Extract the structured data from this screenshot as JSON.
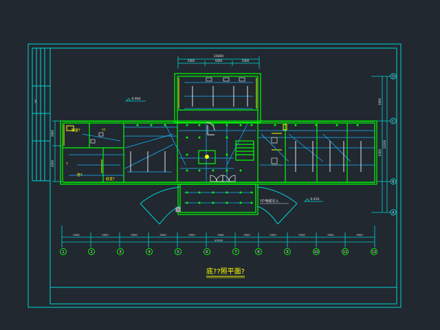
{
  "drawing": {
    "title": "底??照平面?",
    "dims": {
      "top_total": "15600",
      "top_segments": [
        "5000",
        "5600",
        "5000"
      ],
      "bottom_total": "43200",
      "bottom_segments": [
        "3900",
        "3900",
        "3900",
        "3900",
        "3900",
        "3900",
        "3900",
        "3900",
        "3900",
        "3900",
        "3900"
      ],
      "right_segments": [
        "3900",
        "6300"
      ],
      "right_total": "10200",
      "left_segments": [
        "3900",
        "4500"
      ]
    },
    "grid_cols": [
      "1",
      "2",
      "3",
      "4",
      "5",
      "6",
      "7",
      "8",
      "9",
      "10",
      "11",
      "12"
    ],
    "grid_rows": [
      "D",
      "C",
      "B",
      "A"
    ],
    "elevations": [
      "-0.900",
      "-0.450"
    ],
    "room_labels": [
      "辅室?",
      "??",
      "?",
      "管?",
      "收发?"
    ],
    "note": "?户电缆引入",
    "side_text": "?"
  },
  "colors": {
    "background": "#212830",
    "frame": "#00d7d7",
    "wall": "#00ff00",
    "wire": "#19b4ff",
    "door": "#ffff00",
    "text": "#e6e6e6"
  }
}
